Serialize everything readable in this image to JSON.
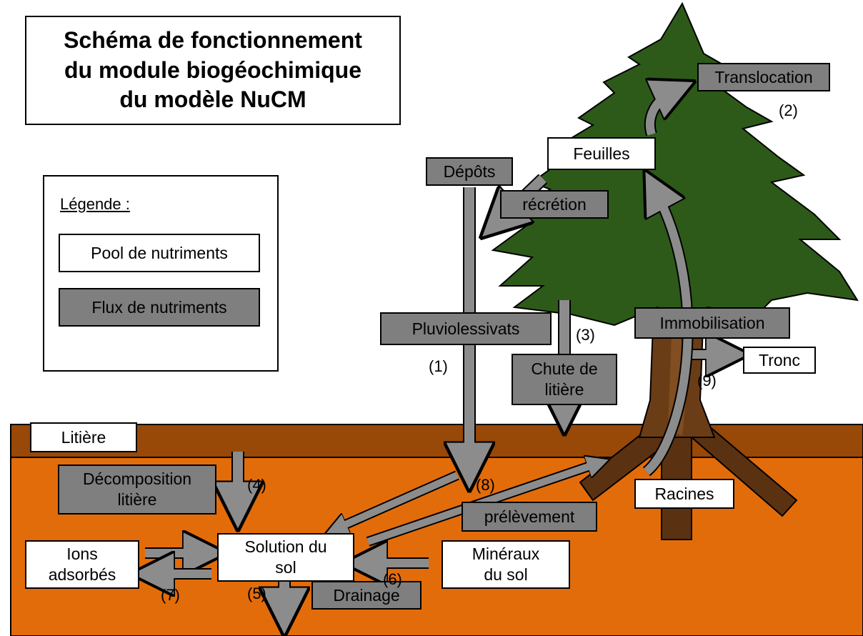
{
  "title": "Schéma de fonctionnement\ndu module biogéochimique\ndu modèle NuCM",
  "legend": {
    "title": "Légende :",
    "pool_label": "Pool de nutriments",
    "flux_label": "Flux de nutriments"
  },
  "pools": {
    "feuilles": "Feuilles",
    "tronc": "Tronc",
    "litiere": "Litière",
    "racines": "Racines",
    "solution": "Solution du sol",
    "ions": "Ions adsorbés",
    "mineraux": "Minéraux du sol"
  },
  "fluxes": {
    "translocation": "Translocation",
    "depots": "Dépôts",
    "recretion": "récrétion",
    "pluviolessivats": "Pluviolessivats",
    "chute": "Chute de litière",
    "immobilisation": "Immobilisation",
    "decomposition": "Décomposition litière",
    "prelevement": "prélèvement",
    "drainage": "Drainage"
  },
  "numbers": {
    "n1": "(1)",
    "n2": "(2)",
    "n3": "(3)",
    "n4": "(4)",
    "n5": "(5)",
    "n6": "(6)",
    "n7": "(7)",
    "n8": "(8)",
    "n9": "(9)"
  },
  "colors": {
    "soil": "#e36c0a",
    "litter_layer": "#984807",
    "root": "#5a3212",
    "foliage": "#2d5a18",
    "flux_box": "#7f7f7f",
    "arrow": "#8c8c8c"
  }
}
